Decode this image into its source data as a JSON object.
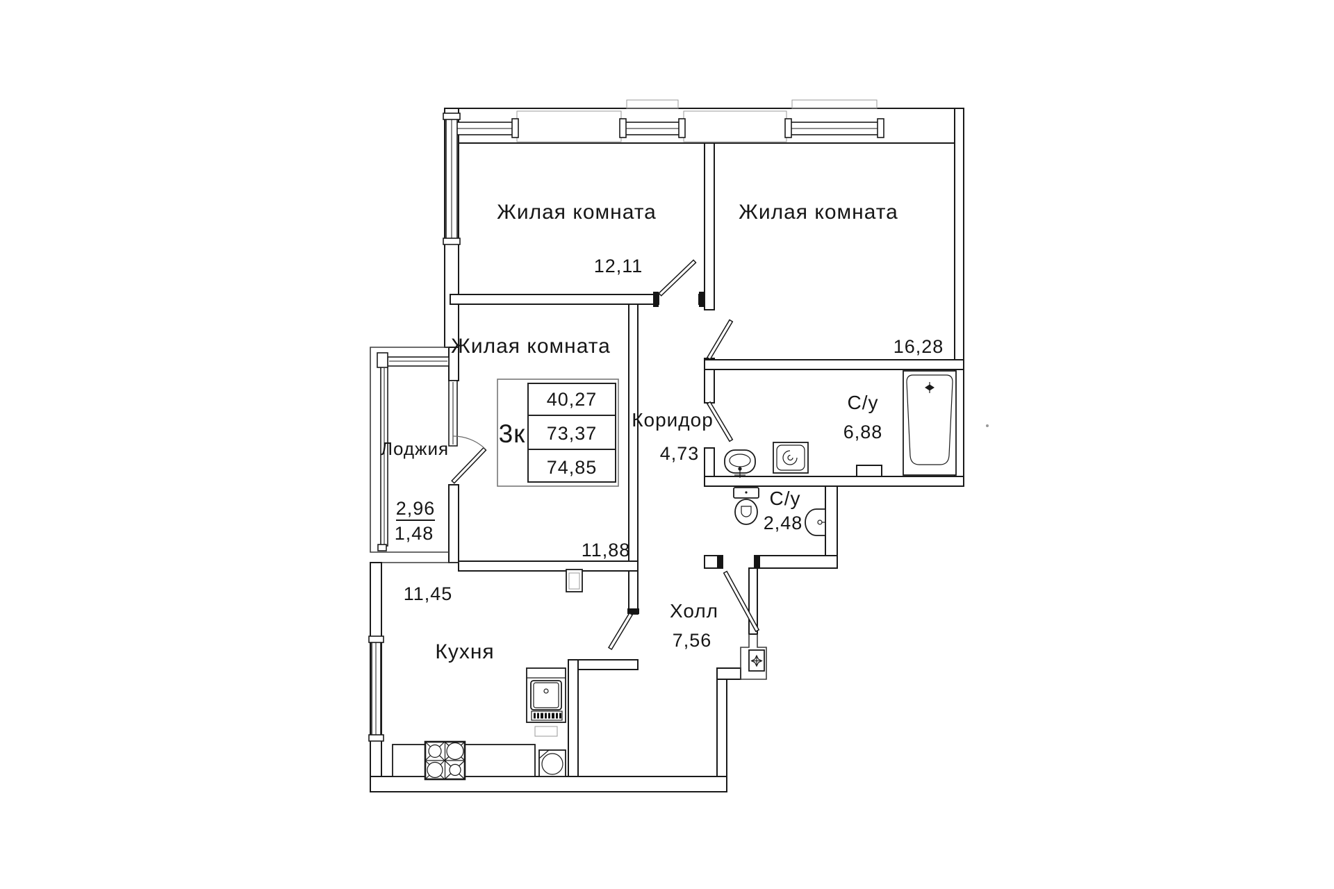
{
  "page": {
    "background": "#ffffff",
    "line_color": "#1a1a1a",
    "muted_line_color": "#9a9a9a"
  },
  "plan": {
    "rooms": [
      {
        "id": "living-room-1",
        "label": "Жилая комната",
        "area": "12,11"
      },
      {
        "id": "living-room-2",
        "label": "Жилая комната",
        "area": "16,28"
      },
      {
        "id": "living-room-3",
        "label": "Жилая комната",
        "area": "11,88"
      },
      {
        "id": "kitchen",
        "label": "Кухня",
        "area": "11,45"
      },
      {
        "id": "loggia",
        "label": "Лоджия",
        "area_full": "2,96",
        "area_coefficient": "1,48"
      },
      {
        "id": "corridor",
        "label": "Коридор",
        "area": "4,73"
      },
      {
        "id": "hall",
        "label": "Холл",
        "area": "7,56"
      },
      {
        "id": "bathroom",
        "label": "С/у",
        "area": "6,88"
      },
      {
        "id": "wc",
        "label": "С/у",
        "area": "2,48"
      }
    ],
    "title_block": {
      "type_label": "3к",
      "living_area": "40,27",
      "total_area": "73,37",
      "total_area_with_loggia": "74,85"
    },
    "fixtures": [
      "bathtub",
      "washbasin",
      "washing-machine",
      "toilet",
      "hand-basin",
      "oven",
      "cooktop",
      "kitchen-counter",
      "kitchen-sink",
      "ventilation-duct",
      "entrance-panel"
    ]
  }
}
